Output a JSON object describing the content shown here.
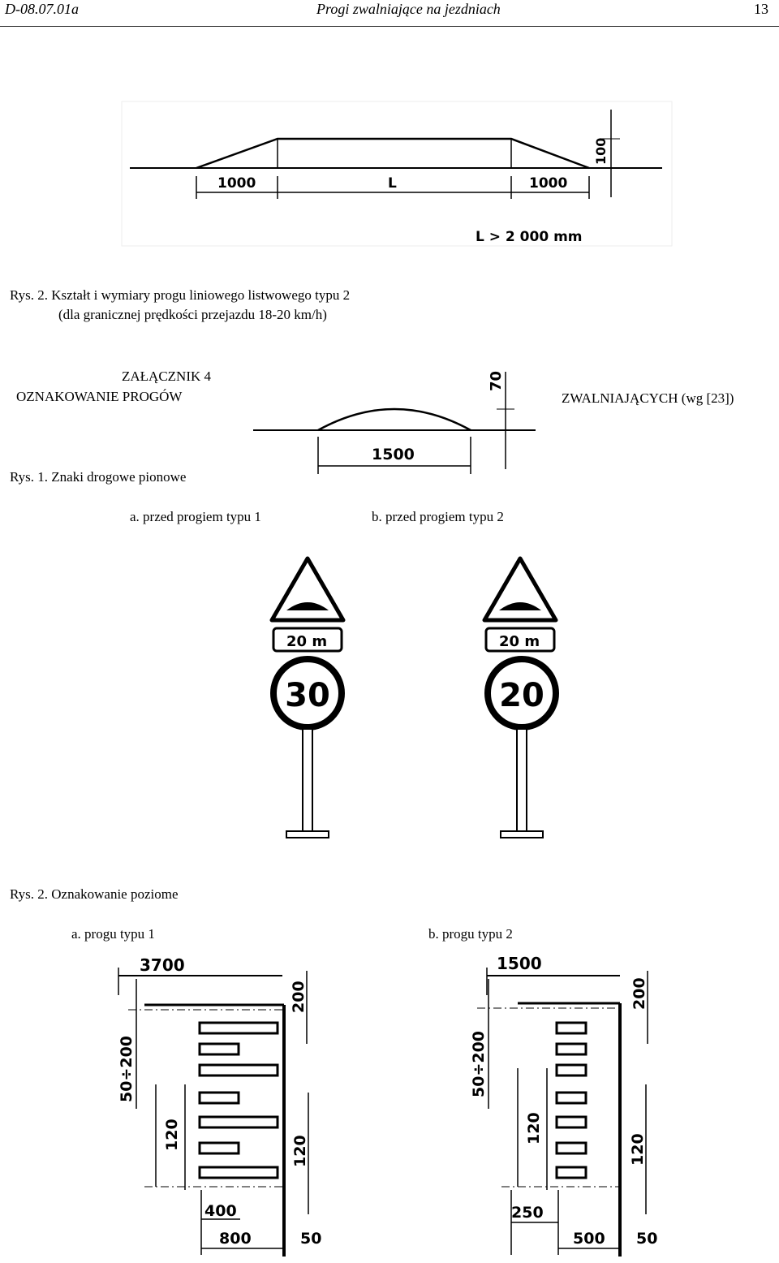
{
  "header": {
    "doc_code": "D-08.07.01a",
    "doc_title": "Progi zwalniające na jezdniach",
    "page_number": "13"
  },
  "figure_profile_type2": {
    "dim_left": "1000",
    "dim_middle": "L",
    "dim_right": "1000",
    "dim_height": "100",
    "condition": "L > 2 000 mm"
  },
  "caption_fig2_line1": "Rys. 2. Kształt i wymiary progu liniowego listwowego typu 2",
  "caption_fig2_line2": "(dla granicznej prędkości przejazdu 18-20 km/h)",
  "annex": {
    "line1": "ZAŁĄCZNIK 4",
    "line2_left": "OZNAKOWANIE  PROGÓW",
    "line2_right": "ZWALNIAJĄCYCH (wg [23])"
  },
  "figure_profile_type1": {
    "dim_height": "70",
    "dim_length": "1500"
  },
  "caption_signs": "Rys. 1. Znaki drogowe pionowe",
  "signs": {
    "label_a": "a.  przed progiem typu 1",
    "label_b": "b. przed progiem typu 2",
    "a_distance": "20 m",
    "a_speed": "30",
    "b_distance": "20 m",
    "b_speed": "20"
  },
  "caption_markings": "Rys. 2. Oznakowanie poziome",
  "markings": {
    "label_a": "a. progu typu 1",
    "label_b": "b. progu typu 2",
    "a_width": "3700",
    "a_top": "200",
    "a_spacing": "50÷200",
    "a_stripe_height": "120",
    "a_stripe_height_right": "120",
    "a_short": "400",
    "a_long": "800",
    "a_line": "50",
    "b_width": "1500",
    "b_top": "200",
    "b_spacing": "50÷200",
    "b_stripe_height": "120",
    "b_stripe_height_right": "120",
    "b_short": "250",
    "b_long": "500",
    "b_line": "50"
  }
}
